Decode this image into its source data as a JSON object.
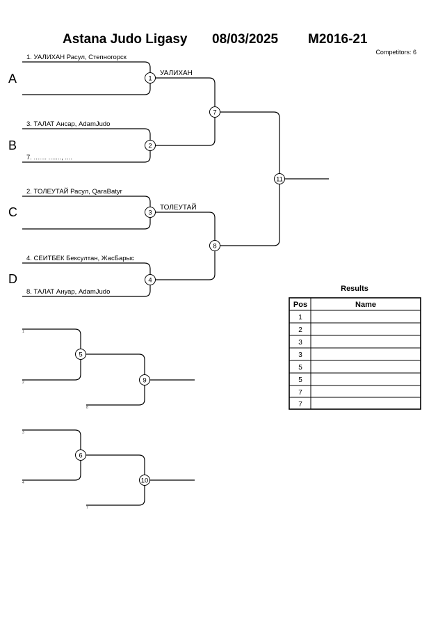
{
  "header": {
    "league": "Astana Judo Ligasy",
    "date": "08/03/2025",
    "category": "M2016-21",
    "competitors_label": "Competitors:",
    "competitors_count": "6"
  },
  "pools": [
    "A",
    "B",
    "C",
    "D"
  ],
  "competitors": {
    "c1": "1. УАЛИХАН Расул, Степногорск",
    "c3": "3. ТАЛАТ Ансар, AdamJudo",
    "c7": "7. ....... ......., ....",
    "c2": "2. ТОЛЕУТАЙ Расул, QaraBatyr",
    "c4": "4. СЕИТБЕК Бексултан, ЖасБарыс",
    "c8": "8. ТАЛАТ Ануар, AdamJudo"
  },
  "winners": {
    "w1": "УАЛИХАН",
    "w3": "ТОЛЕУТАЙ"
  },
  "matches": [
    "1",
    "2",
    "3",
    "4",
    "5",
    "6",
    "7",
    "8",
    "9",
    "10",
    "11"
  ],
  "repechage_labels": {
    "r5_top": "1",
    "r5_bottom": "2",
    "r9_bottom": "8",
    "r6_top": "3",
    "r6_bottom": "4",
    "r10_bottom": "7"
  },
  "results": {
    "title": "Results",
    "col_pos": "Pos",
    "col_name": "Name",
    "positions": [
      "1",
      "2",
      "3",
      "3",
      "5",
      "5",
      "7",
      "7"
    ]
  }
}
